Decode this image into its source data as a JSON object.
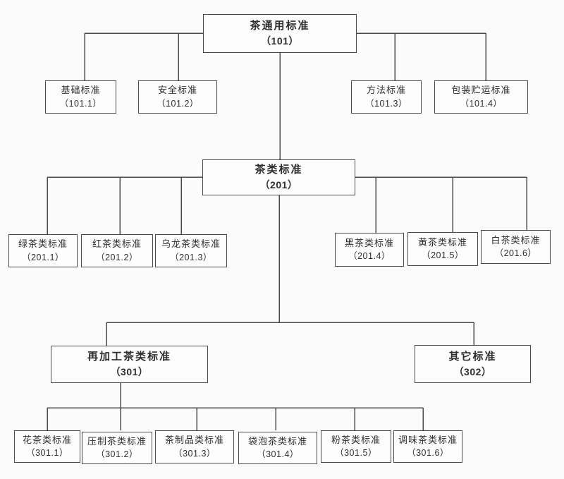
{
  "diagram_type": "org-chart",
  "colors": {
    "line": "#4a4a4a",
    "border": "#4a4a4a",
    "text": "#2e2e2e",
    "background": "#fbfbfb"
  },
  "nodes": {
    "n101": {
      "label": "茶通用标准",
      "code": "（101）"
    },
    "n101_1": {
      "label": "基础标准",
      "code": "（101.1）"
    },
    "n101_2": {
      "label": "安全标准",
      "code": "（101.2）"
    },
    "n101_3": {
      "label": "方法标准",
      "code": "（101.3）"
    },
    "n101_4": {
      "label": "包装贮运标准",
      "code": "（101.4）"
    },
    "n201": {
      "label": "茶类标准",
      "code": "（201）"
    },
    "n201_1": {
      "label": "绿茶类标准",
      "code": "（201.1）"
    },
    "n201_2": {
      "label": "红茶类标准",
      "code": "（201.2）"
    },
    "n201_3": {
      "label": "乌龙茶类标准",
      "code": "（201.3）"
    },
    "n201_4": {
      "label": "黑茶类标准",
      "code": "（201.4）"
    },
    "n201_5": {
      "label": "黄茶类标准",
      "code": "（201.5）"
    },
    "n201_6": {
      "label": "白茶类标准",
      "code": "（201.6）"
    },
    "n301": {
      "label": "再加工茶类标准",
      "code": "（301）"
    },
    "n302": {
      "label": "其它标准",
      "code": "（302）"
    },
    "n301_1": {
      "label": "花茶类标准",
      "code": "（301.1）"
    },
    "n301_2": {
      "label": "压制茶类标准",
      "code": "（301.2）"
    },
    "n301_3": {
      "label": "茶制品类标准",
      "code": "（301.3）"
    },
    "n301_4": {
      "label": "袋泡茶类标准",
      "code": "（301.4）"
    },
    "n301_5": {
      "label": "粉茶类标准",
      "code": "（301.5）"
    },
    "n301_6": {
      "label": "调味茶类标准",
      "code": "（301.6）"
    }
  },
  "edges": [
    "101-101.1",
    "101-101.2",
    "101-101.3",
    "101-101.4",
    "101-201",
    "201-201.1",
    "201-201.2",
    "201-201.3",
    "201-201.4",
    "201-201.5",
    "201-201.6",
    "201-301",
    "201-302",
    "301-301.1",
    "301-301.2",
    "301-301.3",
    "301-301.4",
    "301-301.5",
    "301-301.6"
  ]
}
